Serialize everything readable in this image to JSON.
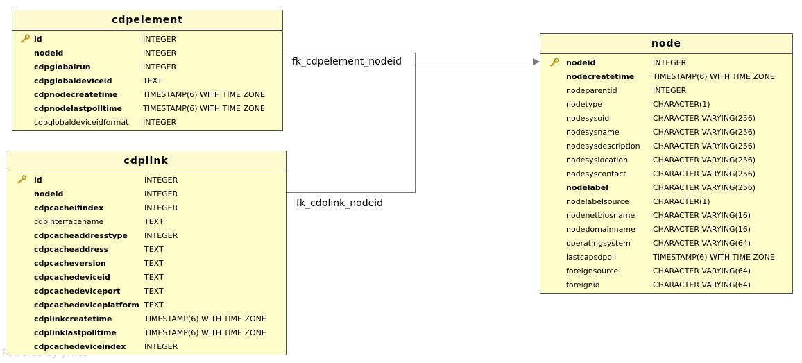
{
  "diagram": {
    "watermark": "Powered by yFiles",
    "colors": {
      "table_fill": "#FFFFCB",
      "header_fill": "#FCFCD0",
      "table_border": "#4D4D4D",
      "edge_line": "#777777",
      "key_icon_gold": "#C9A227"
    },
    "edges": [
      {
        "label": "fk_cdpelement_nodeid",
        "from": "cdpelement",
        "to": "node"
      },
      {
        "label": "fk_cdplink_nodeid",
        "from": "cdplink",
        "to": "node"
      }
    ],
    "tables": [
      {
        "title": "cdpelement",
        "columns": [
          {
            "name": "id",
            "type": "INTEGER",
            "pk": true,
            "bold": true
          },
          {
            "name": "nodeid",
            "type": "INTEGER",
            "pk": false,
            "bold": true
          },
          {
            "name": "cdpglobalrun",
            "type": "INTEGER",
            "pk": false,
            "bold": true
          },
          {
            "name": "cdpglobaldeviceid",
            "type": "TEXT",
            "pk": false,
            "bold": true
          },
          {
            "name": "cdpnodecreatetime",
            "type": "TIMESTAMP(6) WITH TIME ZONE",
            "pk": false,
            "bold": true
          },
          {
            "name": "cdpnodelastpolltime",
            "type": "TIMESTAMP(6) WITH TIME ZONE",
            "pk": false,
            "bold": true
          },
          {
            "name": "cdpglobaldeviceidformat",
            "type": "INTEGER",
            "pk": false,
            "bold": false
          }
        ]
      },
      {
        "title": "cdplink",
        "columns": [
          {
            "name": "id",
            "type": "INTEGER",
            "pk": true,
            "bold": true
          },
          {
            "name": "nodeid",
            "type": "INTEGER",
            "pk": false,
            "bold": true
          },
          {
            "name": "cdpcacheifindex",
            "type": "INTEGER",
            "pk": false,
            "bold": true
          },
          {
            "name": "cdpinterfacename",
            "type": "TEXT",
            "pk": false,
            "bold": false
          },
          {
            "name": "cdpcacheaddresstype",
            "type": "INTEGER",
            "pk": false,
            "bold": true
          },
          {
            "name": "cdpcacheaddress",
            "type": "TEXT",
            "pk": false,
            "bold": true
          },
          {
            "name": "cdpcacheversion",
            "type": "TEXT",
            "pk": false,
            "bold": true
          },
          {
            "name": "cdpcachedeviceid",
            "type": "TEXT",
            "pk": false,
            "bold": true
          },
          {
            "name": "cdpcachedeviceport",
            "type": "TEXT",
            "pk": false,
            "bold": true
          },
          {
            "name": "cdpcachedeviceplatform",
            "type": "TEXT",
            "pk": false,
            "bold": true
          },
          {
            "name": "cdplinkcreatetime",
            "type": "TIMESTAMP(6) WITH TIME ZONE",
            "pk": false,
            "bold": true
          },
          {
            "name": "cdplinklastpolltime",
            "type": "TIMESTAMP(6) WITH TIME ZONE",
            "pk": false,
            "bold": true
          },
          {
            "name": "cdpcachedeviceindex",
            "type": "INTEGER",
            "pk": false,
            "bold": true
          }
        ]
      },
      {
        "title": "node",
        "columns": [
          {
            "name": "nodeid",
            "type": "INTEGER",
            "pk": true,
            "bold": true
          },
          {
            "name": "nodecreatetime",
            "type": "TIMESTAMP(6) WITH TIME ZONE",
            "pk": false,
            "bold": true
          },
          {
            "name": "nodeparentid",
            "type": "INTEGER",
            "pk": false,
            "bold": false
          },
          {
            "name": "nodetype",
            "type": "CHARACTER(1)",
            "pk": false,
            "bold": false
          },
          {
            "name": "nodesysoid",
            "type": "CHARACTER VARYING(256)",
            "pk": false,
            "bold": false
          },
          {
            "name": "nodesysname",
            "type": "CHARACTER VARYING(256)",
            "pk": false,
            "bold": false
          },
          {
            "name": "nodesysdescription",
            "type": "CHARACTER VARYING(256)",
            "pk": false,
            "bold": false
          },
          {
            "name": "nodesyslocation",
            "type": "CHARACTER VARYING(256)",
            "pk": false,
            "bold": false
          },
          {
            "name": "nodesyscontact",
            "type": "CHARACTER VARYING(256)",
            "pk": false,
            "bold": false
          },
          {
            "name": "nodelabel",
            "type": "CHARACTER VARYING(256)",
            "pk": false,
            "bold": true
          },
          {
            "name": "nodelabelsource",
            "type": "CHARACTER(1)",
            "pk": false,
            "bold": false
          },
          {
            "name": "nodenetbiosname",
            "type": "CHARACTER VARYING(16)",
            "pk": false,
            "bold": false
          },
          {
            "name": "nodedomainname",
            "type": "CHARACTER VARYING(16)",
            "pk": false,
            "bold": false
          },
          {
            "name": "operatingsystem",
            "type": "CHARACTER VARYING(64)",
            "pk": false,
            "bold": false
          },
          {
            "name": "lastcapsdpoll",
            "type": "TIMESTAMP(6) WITH TIME ZONE",
            "pk": false,
            "bold": false
          },
          {
            "name": "foreignsource",
            "type": "CHARACTER VARYING(64)",
            "pk": false,
            "bold": false
          },
          {
            "name": "foreignid",
            "type": "CHARACTER VARYING(64)",
            "pk": false,
            "bold": false
          }
        ]
      }
    ]
  }
}
